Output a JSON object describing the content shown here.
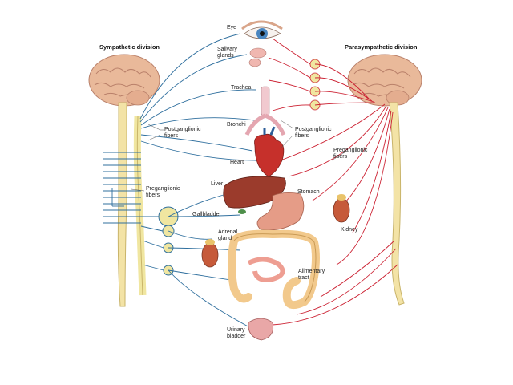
{
  "divisions": {
    "sympathetic": "Sympathetic division",
    "parasympathetic": "Parasympathetic division"
  },
  "labels": {
    "eye": "Eye",
    "salivary_glands": "Salivary glands",
    "trachea": "Trachea",
    "bronchi": "Bronchi",
    "heart": "Heart",
    "liver": "Liver",
    "gallbladder": "Gallbladder",
    "adrenal_gland": "Adrenal gland",
    "stomach": "Stomach",
    "kidney": "Kidney",
    "alimentary_tract": "Alimentary tract",
    "urinary_bladder": "Urinary bladder",
    "postganglionic_left": "Postganglionic fibers",
    "postganglionic_right": "Postganglionic fibers",
    "preganglionic_left": "Preganglionic fibers",
    "preganglionic_right": "Preganglionic fibers"
  },
  "colors": {
    "sympathetic_fiber": "#2f6f9e",
    "parasympathetic_fiber": "#cc2233",
    "brain": "#e9b99a",
    "spinal_cord": "#f3e3a6",
    "ganglion": "#f0e6a0",
    "liver": "#9b3b2c",
    "heart": "#c6302b",
    "stomach": "#e59c87",
    "intestine": "#f2c98c",
    "kidney": "#c65a3a"
  }
}
